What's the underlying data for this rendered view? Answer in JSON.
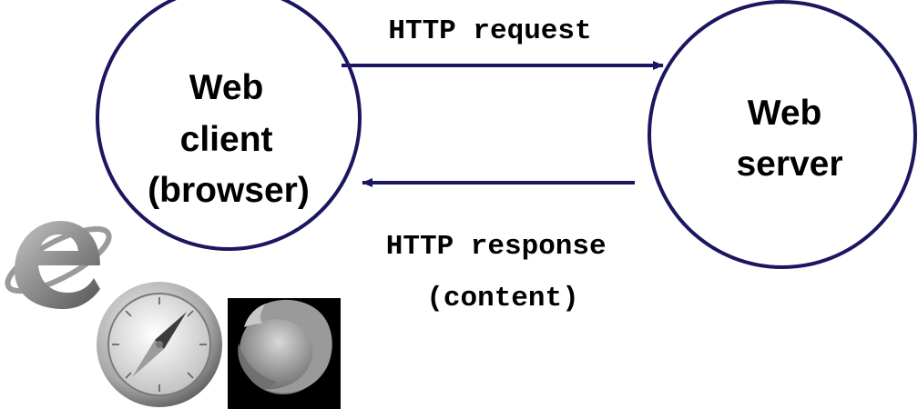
{
  "nodes": {
    "client": {
      "lines": [
        "Web",
        "client",
        "(browser)"
      ]
    },
    "server": {
      "lines": [
        "Web",
        "server"
      ]
    }
  },
  "edges": {
    "request": {
      "lines": [
        "HTTP request"
      ]
    },
    "response": {
      "lines": [
        "HTTP response",
        "(content)"
      ]
    }
  },
  "colors": {
    "outline": "#1b1660",
    "text": "#000000",
    "icon_gray": "#8a8a8a"
  },
  "icons": [
    "internet-explorer-icon",
    "safari-icon",
    "firefox-icon"
  ]
}
